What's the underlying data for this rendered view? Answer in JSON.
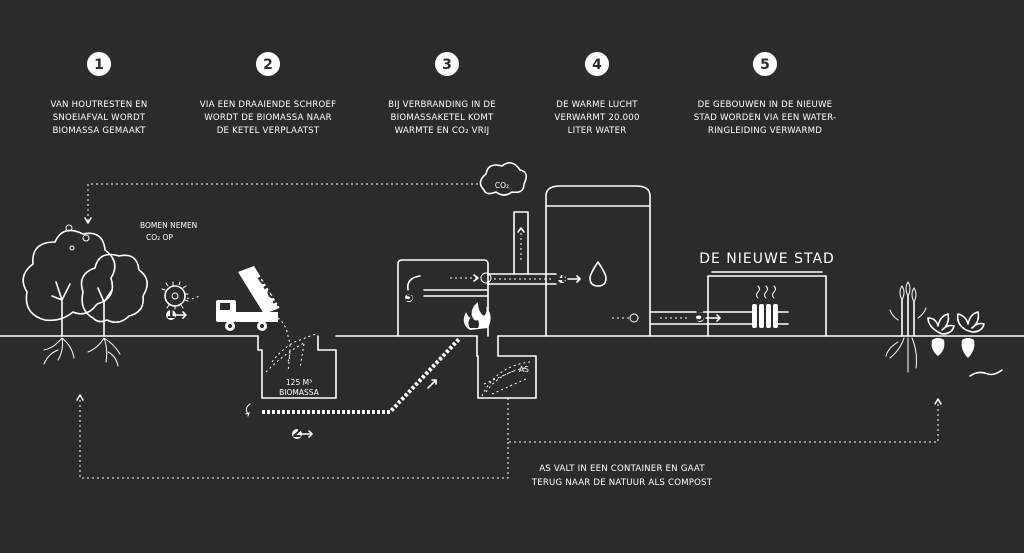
{
  "steps": [
    {
      "number": "1",
      "lines": [
        "VAN HOUTRESTEN EN",
        "SNOEIAFVAL WORDT",
        "BIOMASSA GEMAAKT"
      ]
    },
    {
      "number": "2",
      "lines": [
        "VIA EEN DRAAIENDE SCHROEF",
        "WORDT DE BIOMASSA NAAR",
        "DE KETEL VERPLAATST"
      ]
    },
    {
      "number": "3",
      "lines": [
        "BIJ VERBRANDING IN DE",
        "BIOMASSAKETEL KOMT",
        "WARMTE EN CO₂ VRIJ"
      ]
    },
    {
      "number": "4",
      "lines": [
        "DE WARME LUCHT",
        "VERWARMT 20.000",
        "LITER WATER"
      ]
    },
    {
      "number": "5",
      "lines": [
        "DE GEBOUWEN IN DE NIEUWE",
        "STAD WORDEN VIA EEN WATER-",
        "RINGLEIDING VERWARMD"
      ]
    }
  ],
  "labels": {
    "trees_lines": [
      "BOMEN NEMEN",
      "CO₂ OP"
    ],
    "co2_bubble": "CO₂",
    "truck_cargo": "BIOMASSA",
    "bunker_lines": [
      "125 M³",
      "BIOMASSA"
    ],
    "ash_container": "AS",
    "city_title": "DE NIEUWE STAD",
    "compost_lines": [
      "AS VALT IN EEN CONTAINER EN GAAT",
      "TERUG NAAR DE NATUUR ALS COMPOST"
    ]
  },
  "markers": {
    "m1": "1",
    "m2": "2",
    "m3": "3",
    "m4": "4",
    "m5": "5"
  },
  "colors": {
    "background": "#2b2b2b",
    "line": "#ffffff"
  }
}
